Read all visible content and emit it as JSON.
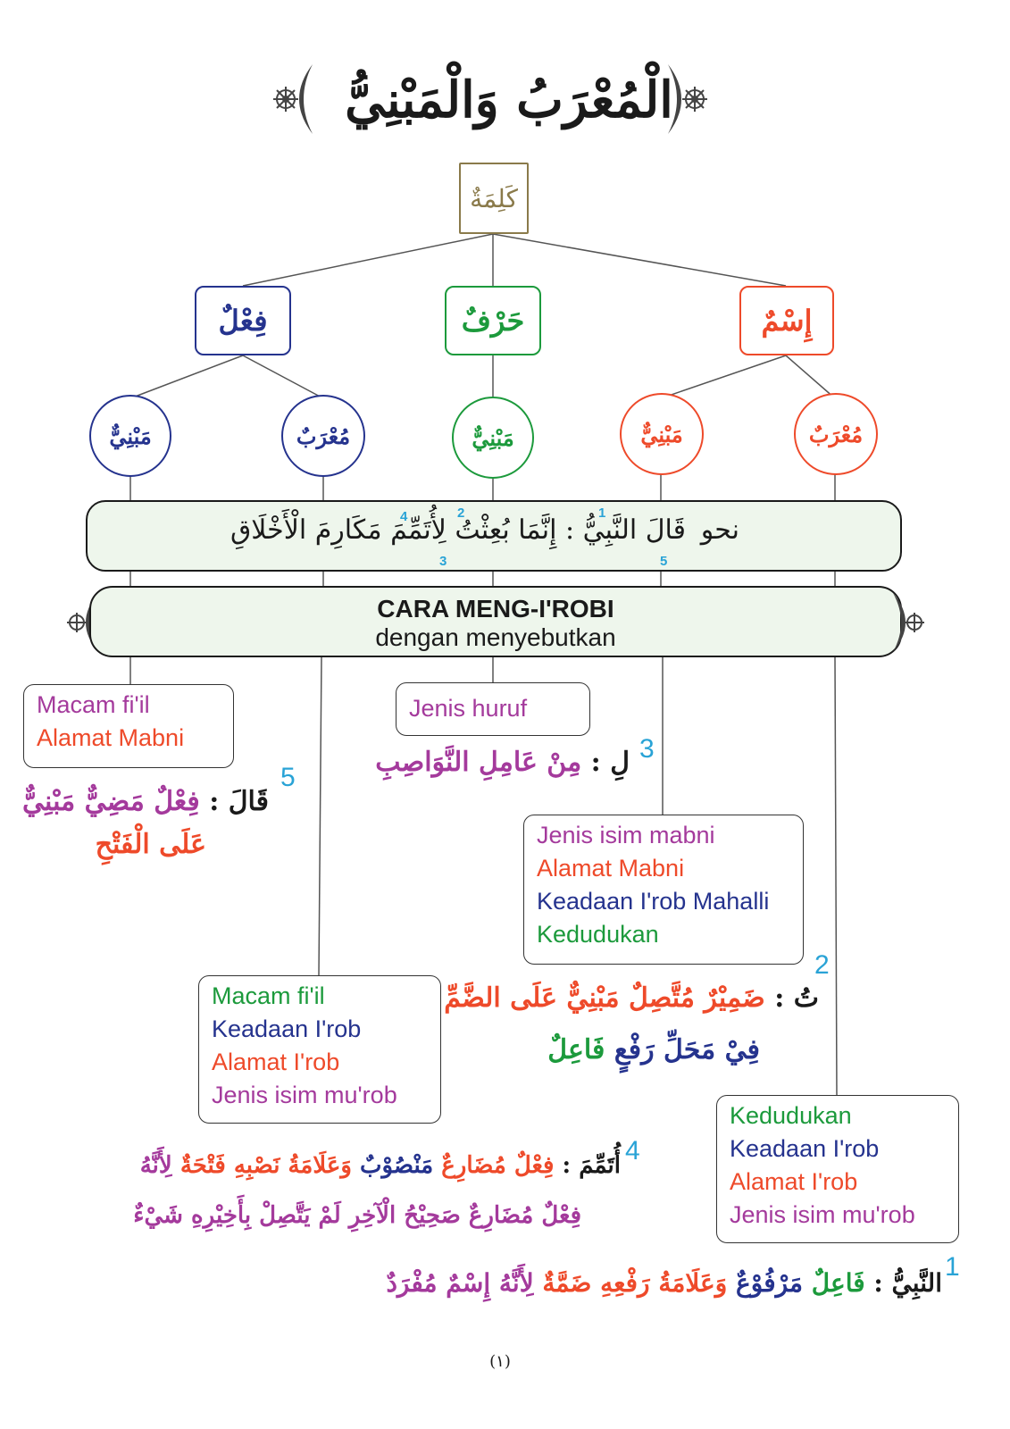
{
  "title": "الْمُعْرَبُ وَالْمَبْنِيُّ",
  "colors": {
    "fiil": "#25338e",
    "harf": "#1c9a3c",
    "isim": "#ee4a2a",
    "root": "#8a7a4a",
    "purple": "#a43a9c",
    "number": "#29a3d6"
  },
  "tree": {
    "root": "كَلِمَةٌ",
    "categories": {
      "fiil": "فِعْلٌ",
      "harf": "حَرْفٌ",
      "isim": "إِسْمٌ"
    },
    "leaves": {
      "fiil_mabni": "مَبْنِيٌّ",
      "fiil_murob": "مُعْرَبٌ",
      "harf_mabni": "مَبْنِيٌّ",
      "isim_mabni": "مَبْنِيٌّ",
      "isim_murob": "مُعْرَبٌ"
    }
  },
  "example": {
    "nahwu": "نحو",
    "sentence": "قَالَ النَّبِيُّ : إِنَّمَا بُعِثْتُ لِأُتَمِّمَ مَكَارِمَ الْأَخْلَاقِ",
    "markers": [
      "1",
      "2",
      "3",
      "4",
      "5"
    ]
  },
  "banner": {
    "title": "CARA MENG-I'ROBI",
    "subtitle": "dengan menyebutkan"
  },
  "boxes": {
    "fiil_mabni": [
      "Macam fi'il",
      "Alamat Mabni"
    ],
    "harf": [
      "Jenis huruf"
    ],
    "isim_mabni": [
      "Jenis isim mabni",
      "Alamat Mabni",
      "Keadaan I'rob Mahalli",
      "Kedudukan"
    ],
    "fiil_murob": [
      "Macam fi'il",
      "Keadaan I'rob",
      "Alamat I'rob",
      "Jenis isim mu'rob"
    ],
    "isim_murob": [
      "Kedudukan",
      "Keadaan I'rob",
      "Alamat I'rob",
      "Jenis isim mu'rob"
    ]
  },
  "analyses": {
    "a5": {
      "num": "5",
      "word": "قَالَ :",
      "line1": "فِعْلٌ مَضِيٌّ مَبْنِيٌّ",
      "line2": "عَلَى الْفَتْحِ"
    },
    "a3": {
      "num": "3",
      "word": "لِ :",
      "text": "مِنْ عَامِلِ النَّوَاصِبِ"
    },
    "a2": {
      "num": "2",
      "word": "تُ :",
      "line1": "ضَمِيْرٌ مُتَّصِلٌ مَبْنِيٌّ عَلَى الضَّمِّ",
      "line2a": "فِيْ مَحَلِّ رَفْعٍ",
      "line2b": "فَاعِلٌ"
    },
    "a4": {
      "num": "4",
      "word": "أُتَمِّمَ :",
      "l1a": "فِعْلٌ مُضَارِعٌ",
      "l1b": "مَنْصُوْبٌ",
      "l1c": "وَعَلَامَةُ نَصْبِهِ فَتْحَةٌ",
      "l1d": "لِأَنَّهُ",
      "line2": "فِعْلٌ مُضَارِعٌ صَحِيْحُ الْآخِرِ لَمْ يَتَّصِلْ بِأَخِيْرِهِ شَيْءٌ"
    },
    "a1": {
      "num": "1",
      "word": "النَّبِيُّ :",
      "s1": "فَاعِلٌ",
      "s2": "مَرْفُوْعٌ",
      "s3": "وَعَلَامَةُ رَفْعِهِ ضَمَّةٌ",
      "s4": "لِأَنَّهُ إِسْمٌ مُفْرَدٌ"
    }
  },
  "page_number": "(١)"
}
